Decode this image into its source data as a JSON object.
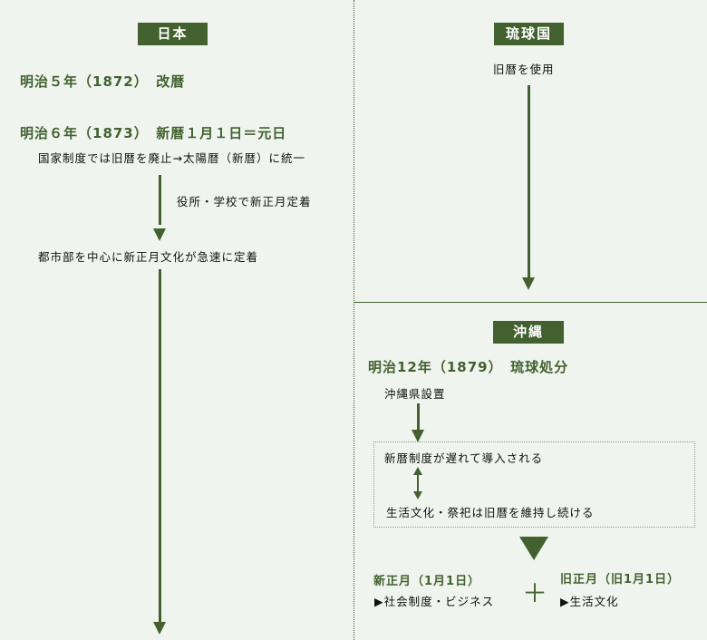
{
  "japan": {
    "title": "日本",
    "meiji5": "明治５年（1872）　改暦",
    "meiji6": "明治６年（1873）　新暦１月１日＝元日",
    "unify": "国家制度では旧暦を廃止→太陽暦（新暦）に統一",
    "offices": "役所・学校で新正月定着",
    "urban": "都市部を中心に新正月文化が急速に定着"
  },
  "ryukyu": {
    "title": "琉球国",
    "old": "旧暦を使用"
  },
  "okinawa": {
    "title": "沖縄",
    "meiji12": "明治12年（1879）　琉球処分",
    "prefecture": "沖縄県設置",
    "late": "新暦制度が遅れて導入される",
    "keep": "生活文化・祭祀は旧暦を維持し続ける",
    "new_title": "新正月（1月1日）",
    "new_desc": "▶社会制度・ビジネス",
    "plus": "＋",
    "old_title": "旧正月（旧1月1日）",
    "old_desc": "▶生活文化"
  }
}
